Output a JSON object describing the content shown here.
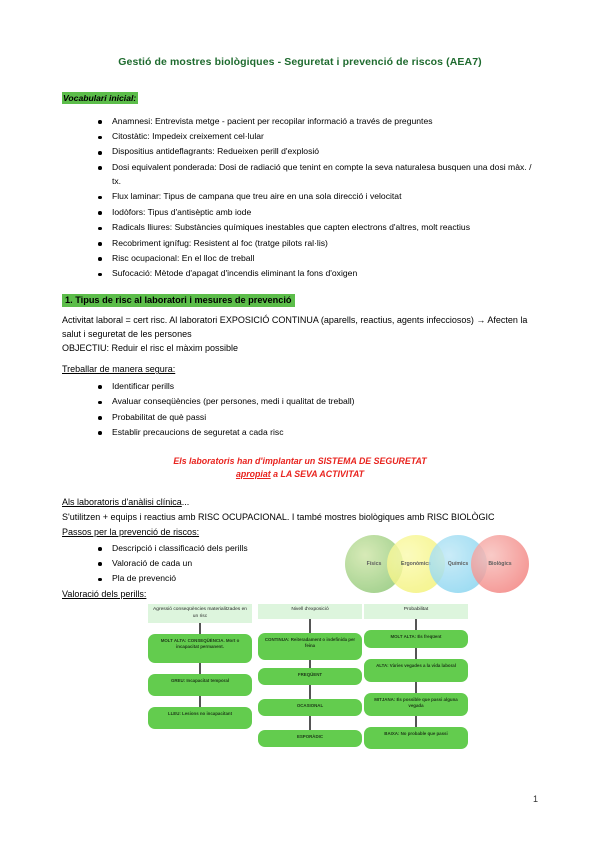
{
  "document": {
    "title": "Gestió de mostres biològiques - Seguretat i prevenció de riscos (AEA7)",
    "page_number": "1"
  },
  "vocabulary": {
    "heading": "Vocabulari inicial:",
    "items": [
      "Anamnesi: Entrevista metge - pacient per recopilar informació a través de preguntes",
      "Citostàtic: Impedeix creixement cel·lular",
      "Dispositius antideflagrants: Redueixen perill d'explosió",
      "Dosi equivalent ponderada: Dosi de radiació que tenint en compte la seva naturalesa busquen una dosi màx. / tx.",
      "Flux laminar: Tipus de campana que treu aire en una sola direcció i velocitat",
      "Iodòfors: Tipus d'antisèptic amb iode",
      "Radicals lliures: Substàncies químiques inestables que capten electrons d'altres, molt reactius",
      "Recobriment ignífug: Resistent al foc (tratge pilots ral·lis)",
      "Risc ocupacional: En el lloc de treball",
      "Sufocació: Mètode d'apagat d'incendis eliminant la fons d'oxigen"
    ]
  },
  "section1": {
    "heading": "1. Tipus de risc al laboratori i mesures de prevenció",
    "para1": "Activitat laboral = cert risc. Al laboratori EXPOSICIÓ CONTINUA (aparells, reactius, agents infecciosos) → Afecten la salut i seguretat de les persones",
    "para2": "OBJECTIU: Reduir el risc el màxim possible",
    "safe_work_heading": "Treballar de manera segura:",
    "safe_work_items": [
      "Identificar perills",
      "Avaluar conseqüències (per persones, medi i qualitat de treball)",
      "Probabilitat de què passi",
      "Establir precaucions de seguretat a cada risc"
    ],
    "red_note_line1": "Els laboratoris han d'implantar un SISTEMA DE SEGURETAT",
    "red_note_line2_underlined": "apropiat",
    "red_note_line2_rest": " a LA SEVA ACTIVITAT",
    "labs_heading_underlined": "Als laboratoris d'anàlisi clínica",
    "labs_heading_rest": "...",
    "labs_para": "S'utilitzen + equips i reactius amb RISC OCUPACIONAL. I també mostres biològiques amb RISC BIOLÒGIC",
    "steps_heading": "Passos per la prevenció de riscos:",
    "steps_items": [
      "Descripció i classificació dels perills",
      "Valoració de cada un",
      "Pla de prevenció"
    ],
    "valuation_heading": "Valoració dels perills:"
  },
  "risk_circles": {
    "items": [
      {
        "label": "Físics",
        "color": "#7fc06a"
      },
      {
        "label": "Ergonòmics",
        "color": "#f2f06a"
      },
      {
        "label": "Químics",
        "color": "#78cfee"
      },
      {
        "label": "Biològics",
        "color": "#f2706d"
      }
    ]
  },
  "flowchart": {
    "columns": [
      {
        "header": "Agressió conseqüències materialitzades en un risc",
        "boxes": [
          "MOLT ALTA: CONSEQÜÈNCIA. Mort o incapacitat permanent.",
          "GREU: Incapacitat temporal",
          "LLEU: Lesions no incapacitant"
        ]
      },
      {
        "header": "Nivell d'exposició",
        "boxes": [
          "CONTINUA: Reiteradament o indefinida per feina",
          "FREQÜENT",
          "OCASIONAL",
          "ESPORÀDIC"
        ]
      },
      {
        "header": "Probabilitat",
        "boxes": [
          "MOLT ALTA: És freqüent",
          "ALTA: Vàries vegades a la vida laboral",
          "MITJANA: És possible que passi alguna vegada",
          "BAIXA: No probable que passi"
        ]
      }
    ]
  },
  "colors": {
    "title_green": "#1f6b2f",
    "highlight_green": "#5cbd4a",
    "flow_box_green": "#63cc4e",
    "flow_head_green": "#ddf5dd",
    "note_red": "#e8231e"
  }
}
